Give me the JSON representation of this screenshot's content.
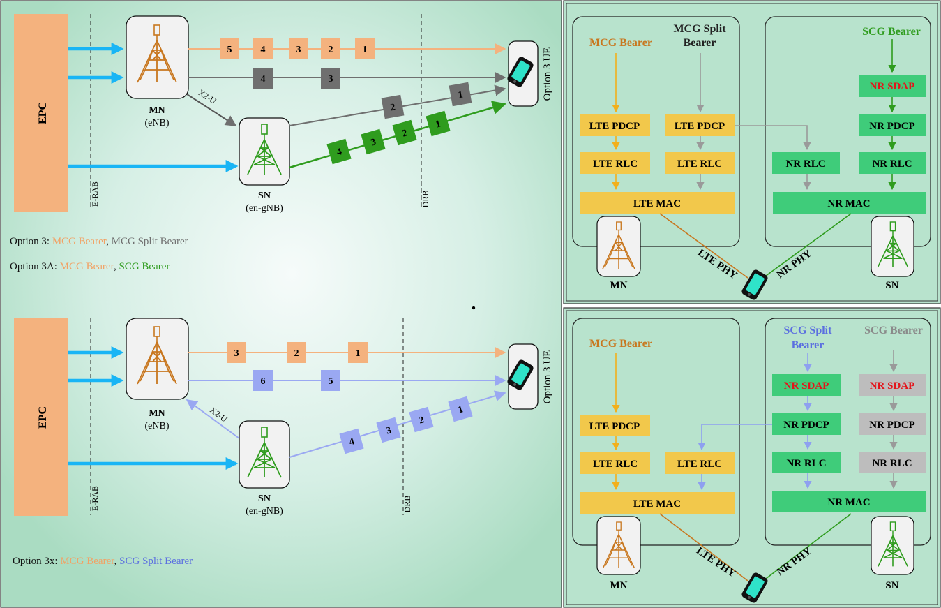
{
  "colors": {
    "epc": "#f4b27e",
    "mcg": "#c8771f",
    "mcg_packet": "#f4b27e",
    "split_grey": "#6f6f6f",
    "scg_green": "#2f9c1e",
    "scg_split_blue": "#5b6fe0",
    "blue_packet": "#9aa8f2",
    "lte_yellow": "#f2c84b",
    "nr_green": "#3fcc7a",
    "nr_sdap_text": "#e3141b",
    "grey_box": "#bdbdbd",
    "arrow_blue": "#19b5f5",
    "bg_green": "#b8e3cd"
  },
  "left_top": {
    "epc": "EPC",
    "erab": "E-RAB",
    "drb": "DRB",
    "x2u": "X2-U",
    "mn_name": "MN",
    "mn_type": "(eNB)",
    "sn_name": "SN",
    "sn_type": "(en-gNB)",
    "ue_label": "Option 3 UE",
    "mcg_packets": [
      "5",
      "4",
      "3",
      "2",
      "1"
    ],
    "split_mn_packets": [
      "4",
      "3"
    ],
    "split_sn_packets": [
      "2",
      "1"
    ],
    "scg_packets": [
      "4",
      "3",
      "2",
      "1"
    ],
    "option3_prefix": "Option 3: ",
    "option3_mcg": "MCG Bearer",
    "option3_sep": ", ",
    "option3_split": "MCG Split Bearer",
    "option3a_prefix": "Option 3A: ",
    "option3a_mcg": "MCG Bearer",
    "option3a_sep": ", ",
    "option3a_scg": "SCG Bearer"
  },
  "left_bottom": {
    "epc": "EPC",
    "erab": "E-RAB",
    "drb": "DRB",
    "x2u": "X2-U",
    "mn_name": "MN",
    "mn_type": "(eNB)",
    "sn_name": "SN",
    "sn_type": "(en-gNB)",
    "ue_label": "Option 3 UE",
    "mcg_packets": [
      "3",
      "2",
      "1"
    ],
    "mn_split_packets": [
      "6",
      "5"
    ],
    "sn_split_packets": [
      "4",
      "3",
      "2",
      "1"
    ],
    "option3x_prefix": "Option 3x: ",
    "option3x_mcg": "MCG Bearer",
    "option3x_sep": ", ",
    "option3x_scg_split": "SCG Split Bearer"
  },
  "right_top": {
    "mcg_bearer": "MCG Bearer",
    "mcg_split_1": "MCG Split",
    "mcg_split_2": "Bearer",
    "scg_bearer": "SCG Bearer",
    "lte_pdcp_a": "LTE PDCP",
    "lte_pdcp_b": "LTE PDCP",
    "lte_rlc_a": "LTE RLC",
    "lte_rlc_b": "LTE RLC",
    "lte_mac": "LTE MAC",
    "nr_sdap": "NR SDAP",
    "nr_pdcp": "NR PDCP",
    "nr_rlc_a": "NR RLC",
    "nr_rlc_b": "NR RLC",
    "nr_mac": "NR MAC",
    "lte_phy": "LTE PHY",
    "nr_phy": "NR PHY",
    "mn": "MN",
    "sn": "SN"
  },
  "right_bottom": {
    "mcg_bearer": "MCG Bearer",
    "scg_split_1": "SCG Split",
    "scg_split_2": "Bearer",
    "scg_bearer": "SCG Bearer",
    "lte_pdcp": "LTE PDCP",
    "lte_rlc_a": "LTE RLC",
    "lte_rlc_b": "LTE RLC",
    "lte_mac": "LTE MAC",
    "nr_sdap_a": "NR SDAP",
    "nr_sdap_b": "NR SDAP",
    "nr_pdcp_a": "NR PDCP",
    "nr_pdcp_b": "NR PDCP",
    "nr_rlc_a": "NR RLC",
    "nr_rlc_b": "NR RLC",
    "nr_mac": "NR MAC",
    "lte_phy": "LTE PHY",
    "nr_phy": "NR PHY",
    "mn": "MN",
    "sn": "SN"
  }
}
